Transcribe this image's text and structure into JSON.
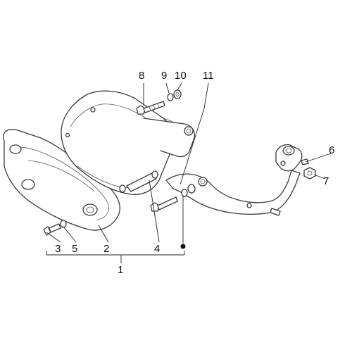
{
  "callouts": {
    "c1": "1",
    "c2": "2",
    "c3": "3",
    "c4": "4",
    "c5": "5",
    "c6": "6",
    "c7": "7",
    "c8": "8",
    "c9": "9",
    "c10": "10",
    "c11": "11"
  },
  "colors": {
    "line": "#3a3a3a",
    "text": "#111111",
    "background": "#ffffff"
  }
}
